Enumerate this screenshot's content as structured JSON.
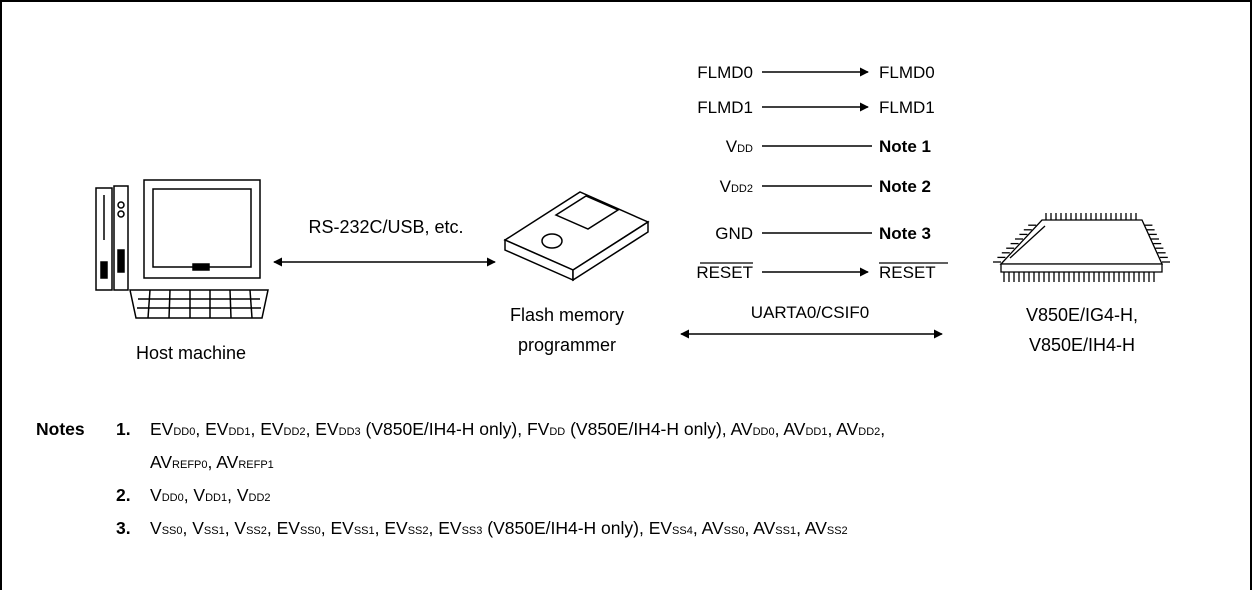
{
  "labels": {
    "host": "Host machine",
    "link": "RS-232C/USB, etc.",
    "programmer_l1": "Flash memory",
    "programmer_l2": "programmer",
    "uart": "UARTA0/CSIF0",
    "device_l1": "V850E/IG4-H,",
    "device_l2": "V850E/IH4-H"
  },
  "signals": [
    {
      "left": "FLMD0",
      "right": "FLMD0",
      "bold": false,
      "arrow": true,
      "overline": false
    },
    {
      "left": "FLMD1",
      "right": "FLMD1",
      "bold": false,
      "arrow": true,
      "overline": false
    },
    {
      "left_main": "V",
      "left_sub": "DD",
      "right": "Note 1",
      "bold": true,
      "arrow": false,
      "overline": false
    },
    {
      "left_main": "V",
      "left_sub": "DD2",
      "right": "Note 2",
      "bold": true,
      "arrow": false,
      "overline": false
    },
    {
      "left": "GND",
      "right": "Note 3",
      "bold": true,
      "arrow": false,
      "overline": false
    },
    {
      "left": "RESET",
      "right": "RESET",
      "bold": false,
      "arrow": true,
      "overline": true
    }
  ],
  "notes": {
    "heading": "Notes",
    "n1_num": "1.",
    "n1_line1": [
      [
        "EV",
        "DD0"
      ],
      [
        ", EV",
        "DD1"
      ],
      [
        ", EV",
        "DD2"
      ],
      [
        ", EV",
        "DD3"
      ],
      [
        " (V850E/IH4-H only), FV",
        "DD"
      ],
      [
        " (V850E/IH4-H only), AV",
        "DD0"
      ],
      [
        ", AV",
        "DD1"
      ],
      [
        ", AV",
        "DD2"
      ],
      [
        ",",
        ""
      ]
    ],
    "n1_line2": [
      [
        "AV",
        "REFP0"
      ],
      [
        ", AV",
        "REFP1"
      ]
    ],
    "n2_num": "2.",
    "n2": [
      [
        "V",
        "DD0"
      ],
      [
        ", V",
        "DD1"
      ],
      [
        ", V",
        "DD2"
      ]
    ],
    "n3_num": "3.",
    "n3": [
      [
        "V",
        "SS0"
      ],
      [
        ", V",
        "SS1"
      ],
      [
        ", V",
        "SS2"
      ],
      [
        ", EV",
        "SS0"
      ],
      [
        ", EV",
        "SS1"
      ],
      [
        ", EV",
        "SS2"
      ],
      [
        ", EV",
        "SS3"
      ],
      [
        " (V850E/IH4-H only), EV",
        "SS4"
      ],
      [
        ", AV",
        "SS0"
      ],
      [
        ", AV",
        "SS1"
      ],
      [
        ", AV",
        "SS2"
      ]
    ]
  }
}
